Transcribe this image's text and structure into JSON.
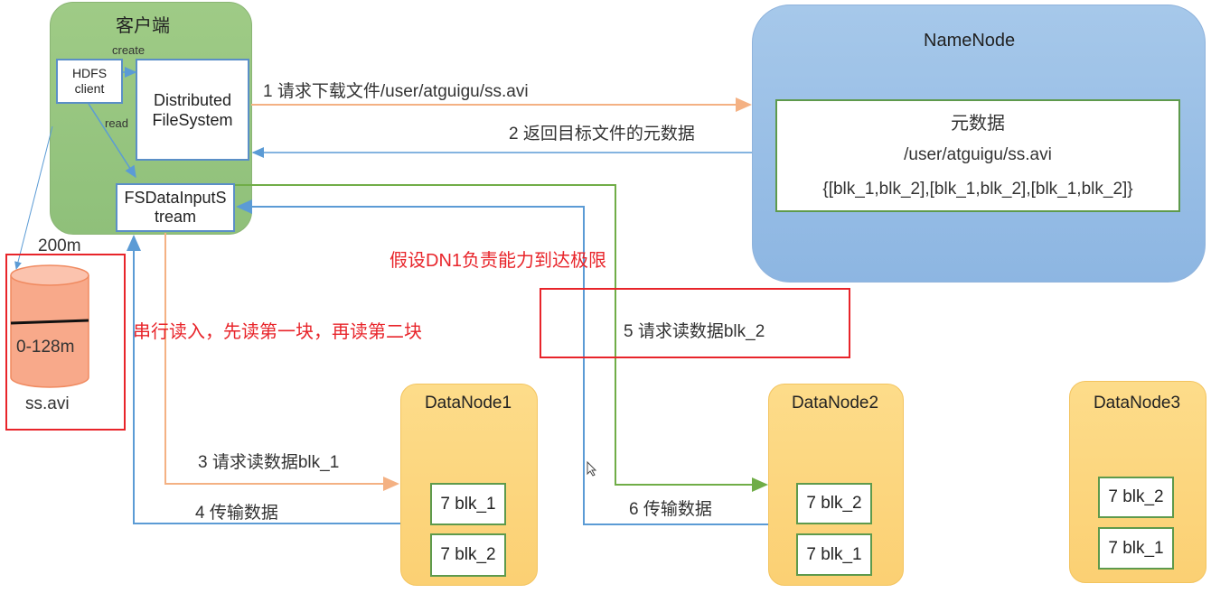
{
  "client": {
    "title": "客户端",
    "create_label": "create",
    "read_label": "read",
    "hdfs_client": "HDFS client",
    "dfs": "Distributed FileSystem",
    "fsdis": "FSDataInputStream"
  },
  "namenode": {
    "title": "NameNode",
    "metadata_title": "元数据",
    "path": "/user/atguigu/ss.avi",
    "blocks": "{[blk_1,blk_2],[blk_1,blk_2],[blk_1,blk_2]}"
  },
  "file": {
    "size": "200m",
    "range": "0-128m",
    "name": "ss.avi"
  },
  "steps": {
    "s1": "1 请求下载文件/user/atguigu/ss.avi",
    "s2": "2 返回目标文件的元数据",
    "s3": "3 请求读数据blk_1",
    "s4": "4 传输数据",
    "s5": "5 请求读数据blk_2",
    "s6": "6 传输数据"
  },
  "notes": {
    "serial": "串行读入，先读第一块，再读第二块",
    "dn1_limit": "假设DN1负责能力到达极限"
  },
  "datanodes": [
    {
      "name": "DataNode1",
      "blocks": [
        "7 blk_1",
        "7 blk_2"
      ]
    },
    {
      "name": "DataNode2",
      "blocks": [
        "7 blk_2",
        "7 blk_1"
      ]
    },
    {
      "name": "DataNode3",
      "blocks": [
        "7 blk_2",
        "7 blk_1"
      ]
    }
  ],
  "colors": {
    "orange_arrow": "#f4b183",
    "blue_arrow": "#5b9bd5",
    "green_arrow": "#70ad47",
    "highlight_red": "#e8242a"
  }
}
